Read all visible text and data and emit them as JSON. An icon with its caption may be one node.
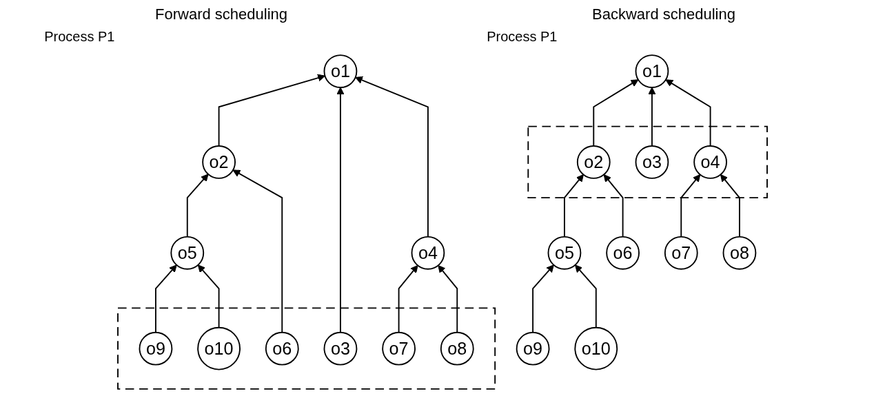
{
  "diagram": {
    "nodes": [
      {
        "text": [
          "o1"
        ]
      },
      {
        "text": [
          "o2"
        ]
      },
      {
        "text": [
          "o5"
        ]
      },
      {
        "text": [
          "o4"
        ]
      },
      {
        "text": [],
        "shape": "ellipse"
      },
      {
        "text": [
          "o9"
        ],
        "in": 4
      },
      {
        "text": [
          "o10"
        ],
        "in": 4
      },
      {
        "text": [
          "o6"
        ],
        "in": 4
      },
      {
        "text": [
          "o3"
        ],
        "in": 4
      },
      {
        "text": [
          "o7"
        ],
        "in": 4
      },
      {
        "text": [
          "o8"
        ],
        "in": 4
      },
      {
        "text": [
          "o1"
        ]
      },
      {
        "text": [],
        "shape": "ellipse"
      },
      {
        "text": [
          "o2"
        ],
        "in": 12
      },
      {
        "text": [
          "o3"
        ],
        "in": 12
      },
      {
        "text": [
          "o4"
        ],
        "in": 12
      },
      {
        "text": [
          "o5"
        ]
      },
      {
        "text": [
          "o6"
        ]
      },
      {
        "text": [
          "o7"
        ]
      },
      {
        "text": [
          "o8"
        ]
      },
      {
        "text": [
          "o9"
        ]
      },
      {
        "text": [
          "o10"
        ]
      }
    ],
    "edges": [
      {
        "from": 1,
        "to": 0,
        "arrow": "to"
      },
      {
        "from": 8,
        "to": 0,
        "arrow": "to"
      },
      {
        "from": 3,
        "to": 0,
        "arrow": "to"
      },
      {
        "from": 2,
        "to": 1,
        "arrow": "to"
      },
      {
        "from": 7,
        "to": 1,
        "arrow": "to"
      },
      {
        "from": 5,
        "to": 2,
        "arrow": "to"
      },
      {
        "from": 6,
        "to": 2,
        "arrow": "to"
      },
      {
        "from": 9,
        "to": 3,
        "arrow": "to"
      },
      {
        "from": 10,
        "to": 3,
        "arrow": "to"
      },
      {
        "from": 13,
        "to": 11,
        "arrow": "to"
      },
      {
        "from": 14,
        "to": 11,
        "arrow": "to"
      },
      {
        "from": 15,
        "to": 11,
        "arrow": "to"
      },
      {
        "from": 16,
        "to": 13,
        "arrow": "to"
      },
      {
        "from": 17,
        "to": 13,
        "arrow": "to"
      },
      {
        "from": 18,
        "to": 15,
        "arrow": "to"
      },
      {
        "from": 19,
        "to": 15,
        "arrow": "to"
      },
      {
        "from": 20,
        "to": 16,
        "arrow": "to"
      },
      {
        "from": 21,
        "to": 16,
        "arrow": "to"
      }
    ],
    "labels": [
      "Forward scheduling",
      "Process P1",
      "Backward scheduling",
      "Process P1"
    ]
  }
}
